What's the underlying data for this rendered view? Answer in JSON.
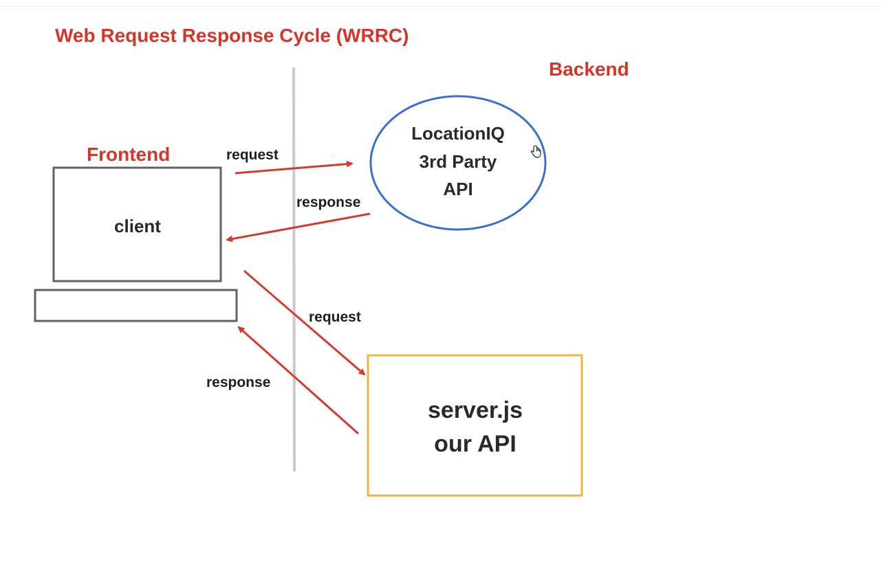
{
  "title": "Web Request Response Cycle (WRRC)",
  "frontend": {
    "label": "Frontend",
    "client_label": "client"
  },
  "backend": {
    "label": "Backend",
    "third_party": {
      "lines": [
        "LocationIQ",
        "3rd Party",
        "API"
      ]
    },
    "server": {
      "lines": [
        "server.js",
        "our API"
      ]
    }
  },
  "arrows": {
    "client_to_3rd_party": "request",
    "third_party_to_client": "response",
    "client_to_server": "request",
    "server_to_client": "response"
  },
  "colors": {
    "heading_red": "#d4362a",
    "arrow_red": "#d63a2c",
    "divider_gray": "#c9c9d3",
    "client_outline": "#5f5f6b",
    "third_party_outline": "#3a6fcf",
    "server_outline": "#f2b440",
    "text_dark": "#2a2a2a"
  },
  "cursor_icon": "hand-pointer-icon"
}
